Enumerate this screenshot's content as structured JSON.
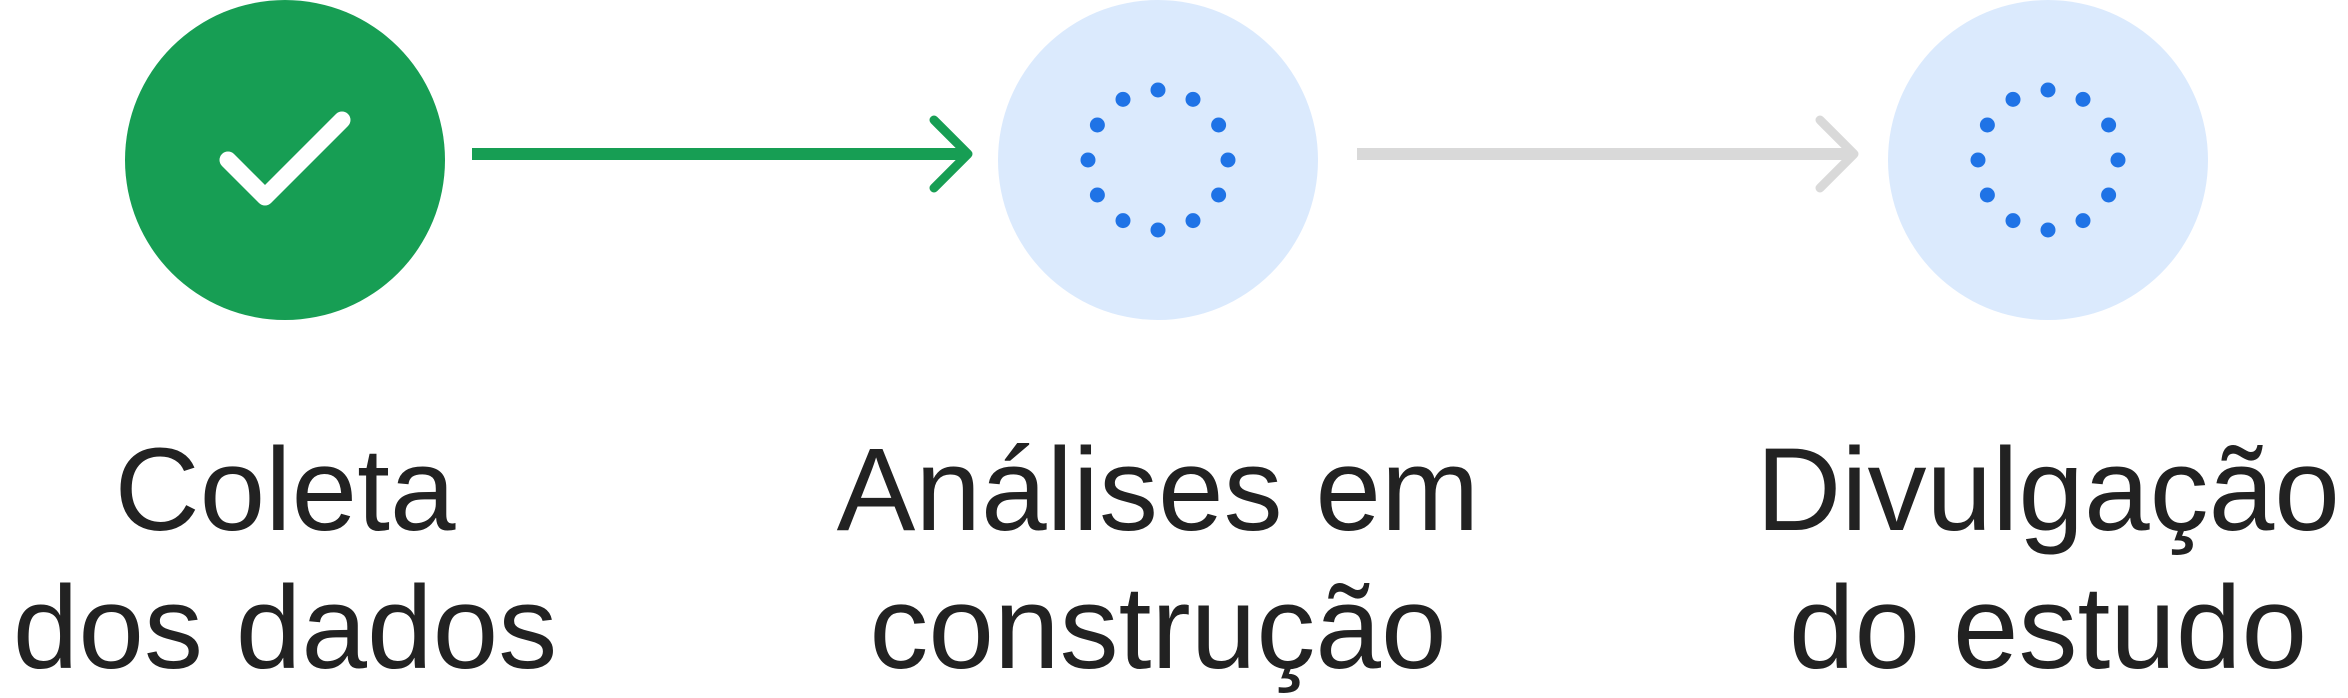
{
  "steps": [
    {
      "status": "done",
      "icon": "check-icon",
      "label_line1": "Coleta",
      "label_line2": "dos dados"
    },
    {
      "status": "in-progress",
      "icon": "loading-dots-icon",
      "label_line1": "Análises em",
      "label_line2": "construção"
    },
    {
      "status": "pending",
      "icon": "loading-dots-icon",
      "label_line1": "Divulgação",
      "label_line2": "do estudo"
    }
  ],
  "colors": {
    "done_fill": "#179e54",
    "done_check": "#ffffff",
    "progress_fill": "#dbeafd",
    "progress_dots": "#1f73e6",
    "connector_done": "#179e54",
    "connector_pending": "#d9d9d9",
    "label_text": "#222222"
  }
}
